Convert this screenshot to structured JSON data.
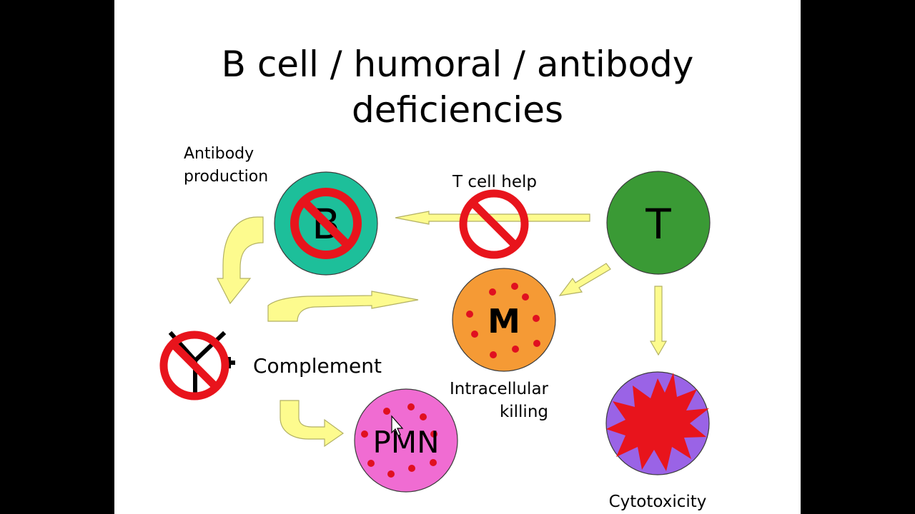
{
  "title": {
    "line1": "B cell / humoral / antibody",
    "line2": "deficiencies"
  },
  "labels": {
    "antibody_production_1": "Antibody",
    "antibody_production_2": "production",
    "t_cell_help": "T cell help",
    "complement": "Complement",
    "intracellular_1": "Intracellular",
    "intracellular_2": "killing",
    "cytotoxicity": "Cytotoxicity"
  },
  "cells": {
    "b": "B",
    "t": "T",
    "m": "M",
    "pmn": "PMN"
  },
  "colors": {
    "b_cell": "#1dbf9a",
    "t_cell": "#3a9a35",
    "macrophage": "#f59a35",
    "pmn": "#f06cd2",
    "cytotoxic": "#9a63e6",
    "arrow_fill": "#fdfb8e",
    "prohibition": "#e8141c",
    "granule": "#e01020"
  }
}
